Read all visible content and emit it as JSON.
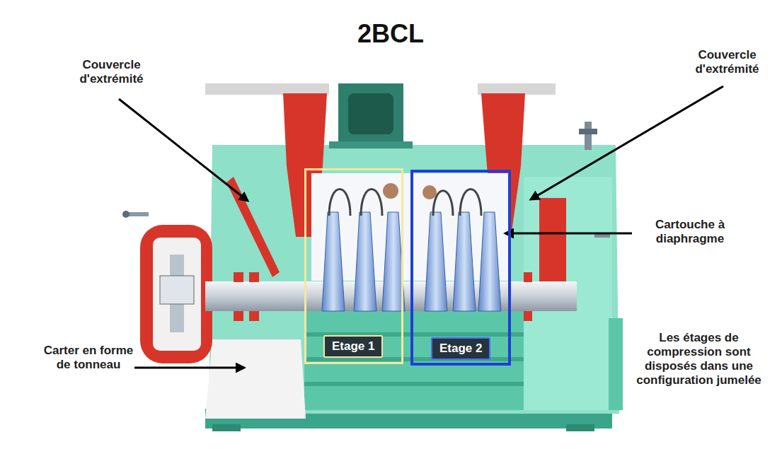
{
  "diagram": {
    "title": "2BCL",
    "nodes": [
      {
        "text": [
          "Etage 1"
        ]
      },
      {
        "text": [
          "Etage 2"
        ]
      }
    ],
    "labels": [
      "Couvercle d'extrémité",
      "Couvercle d'extrémité",
      "Cartouche à diaphragme",
      "Carter en forme de tonneau",
      "Les étages de compression sont disposés dans une configuration jumelée"
    ]
  }
}
